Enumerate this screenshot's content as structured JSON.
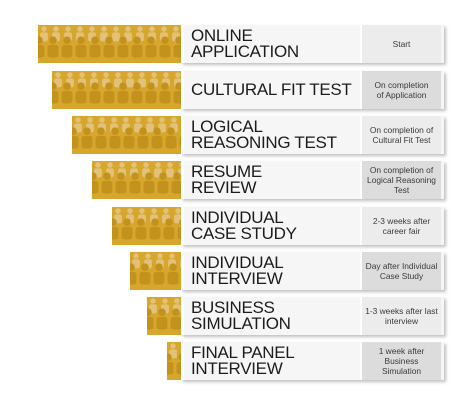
{
  "colors": {
    "gold": "#d6a72c",
    "gold_dark": "#c2921c",
    "gold_light": "#e2c27a",
    "panel": "#f6f6f6",
    "timing_light": "#ececec",
    "timing_dark": "#dcdcdc"
  },
  "stages": [
    {
      "title": "Online Application",
      "timing": "Start"
    },
    {
      "title": "Cultural Fit Test",
      "timing": "On completion\nof Application"
    },
    {
      "title": "Logical\nReasoning Test",
      "timing": "On completion of\nCultural Fit Test"
    },
    {
      "title": "Resume\nReview",
      "timing": "On completion of\nLogical Reasoning Test"
    },
    {
      "title": "Individual\nCase Study",
      "timing": "2-3 weeks after career fair"
    },
    {
      "title": "Individual\nInterview",
      "timing": "Day after Individual\nCase Study"
    },
    {
      "title": "Business\nSimulation",
      "timing": "1-3 weeks after last interview"
    },
    {
      "title": "Final Panel\nInterview",
      "timing": "1 week after Business Simulation"
    }
  ],
  "people_icon": "person-icon"
}
